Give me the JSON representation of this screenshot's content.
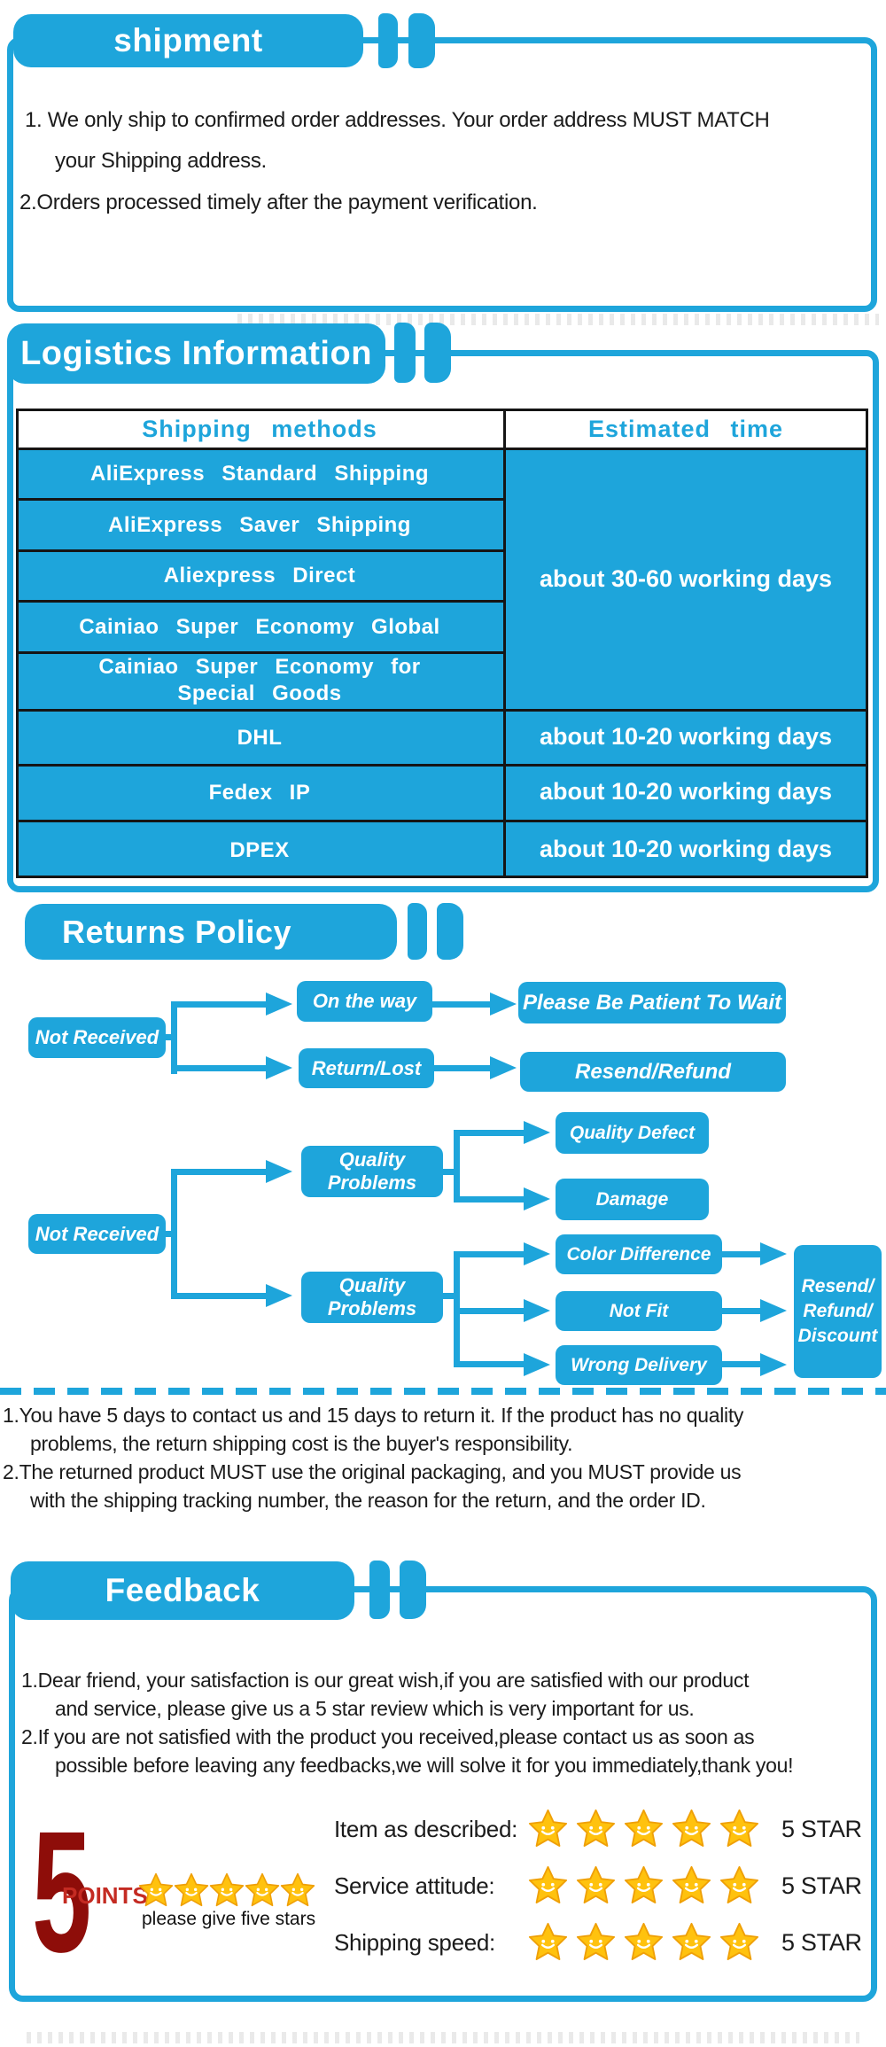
{
  "shipment": {
    "title": "shipment",
    "lines": [
      "1. We only ship to confirmed order addresses. Your order address MUST MATCH",
      "your Shipping address.",
      "2.Orders processed timely after the payment verification."
    ]
  },
  "logistics": {
    "title": "Logistics Information",
    "table": {
      "headers": [
        "Shipping methods",
        "Estimated time"
      ],
      "merged_group": {
        "methods": [
          "AliExpress Standard Shipping",
          "AliExpress Saver Shipping",
          "Aliexpress Direct",
          "Cainiao Super Economy Global",
          "Cainiao Super Economy for\nSpecial Goods"
        ],
        "time": "about 30-60 working days"
      },
      "rows": [
        {
          "method": "DHL",
          "time": "about 10-20 working days"
        },
        {
          "method": "Fedex IP",
          "time": "about 10-20 working days"
        },
        {
          "method": "DPEX",
          "time": "about 10-20 working days"
        }
      ]
    }
  },
  "returns": {
    "title": "Returns Policy",
    "flow": {
      "not_received_1": "Not Received",
      "on_the_way": "On the way",
      "please_wait": "Please Be Patient To Wait",
      "return_lost": "Return/Lost",
      "resend_refund": "Resend/Refund",
      "not_received_2": "Not Received",
      "quality_problems_1": "Quality\nProblems",
      "quality_defect": "Quality Defect",
      "damage": "Damage",
      "quality_problems_2": "Quality\nProblems",
      "color_difference": "Color Difference",
      "not_fit": "Not Fit",
      "wrong_delivery": "Wrong Delivery",
      "resend_refund_discount": "Resend/\nRefund/\nDiscount"
    },
    "notes": [
      "1.You have 5 days to contact us and 15 days to return it. If the product has no quality",
      "problems, the return shipping cost is the buyer's responsibility.",
      "2.The returned product MUST use the original packaging, and you MUST provide us",
      "with the shipping tracking number, the reason for the return, and the order ID."
    ]
  },
  "feedback": {
    "title": "Feedback",
    "lines": [
      "1.Dear friend, your satisfaction is our great wish,if you are satisfied with our product",
      "and service, please give us a 5 star review which is very important for us.",
      "2.If you are not satisfied with the product you received,please contact us as soon as",
      "possible before leaving any feedbacks,we will solve it for you immediately,thank you!"
    ],
    "points": {
      "number": "5",
      "label": "POINTS",
      "stars": 5,
      "caption": "please give five stars"
    },
    "rating_rows": [
      {
        "label": "Item as described:",
        "stars": 5,
        "value": "5 STAR"
      },
      {
        "label": "Service attitude:",
        "stars": 5,
        "value": "5 STAR"
      },
      {
        "label": "Shipping speed:",
        "stars": 5,
        "value": "5 STAR"
      }
    ]
  },
  "colors": {
    "blue": "#1EA5DB",
    "dark_line": "#151515",
    "text": "#1b1b1b",
    "dark_red": "#8E0D09",
    "red": "#C42B22",
    "star_gold": "#FFC20E",
    "star_edge": "#EFA007"
  }
}
